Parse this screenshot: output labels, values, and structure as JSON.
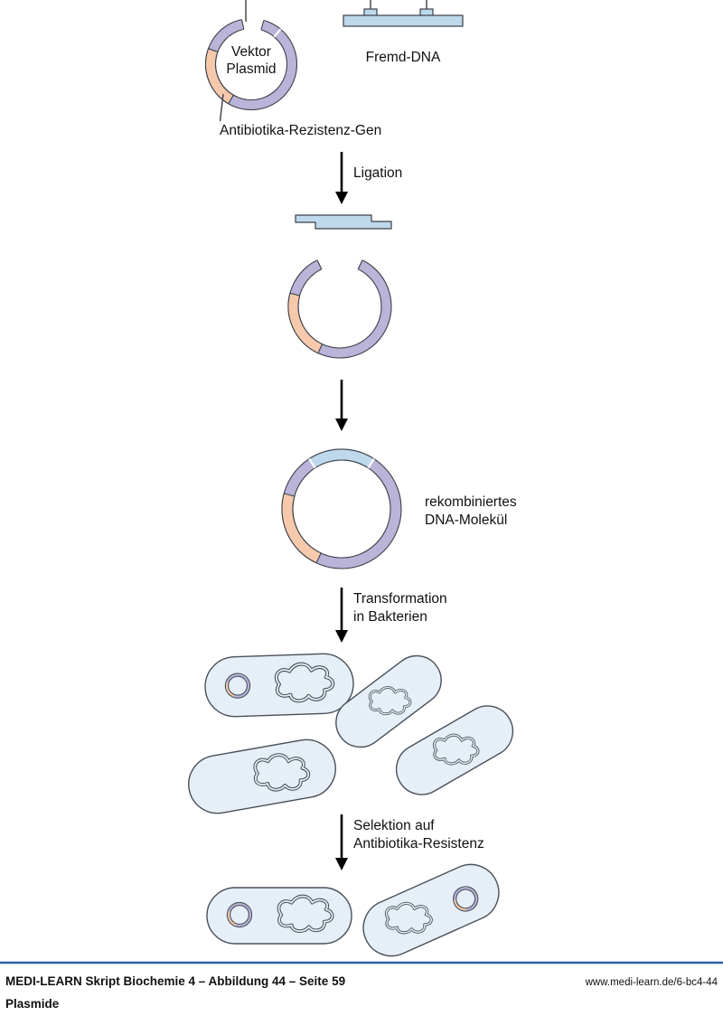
{
  "figure": {
    "labels": {
      "vektor_line1": "Vektor",
      "vektor_line2": "Plasmid",
      "fremd_dna": "Fremd-DNA",
      "antibiotika_gen": "Antibiotika-Rezistenz-Gen",
      "ligation": "Ligation",
      "rekombiniert_line1": "rekombiniertes",
      "rekombiniert_line2": "DNA-Molekül",
      "transformation_line1": "Transformation",
      "transformation_line2": "in Bakterien",
      "selektion_line1": "Selektion auf",
      "selektion_line2": "Antibiotika-Resistenz"
    },
    "colors": {
      "vector_purple": "#bab4d9",
      "resistance_salmon": "#f6c9ad",
      "foreign_blue": "#bed8ec",
      "bacteria_fill": "#e6eff7",
      "outline": "#3b4048",
      "footer_line": "#2d5da9",
      "text": "#111111"
    }
  },
  "footer": {
    "source_line": "MEDI-LEARN Skript Biochemie 4 – Abbildung 44 – Seite 59",
    "url": "www.medi-learn.de/6-bc4-44",
    "caption": "Plasmide"
  }
}
